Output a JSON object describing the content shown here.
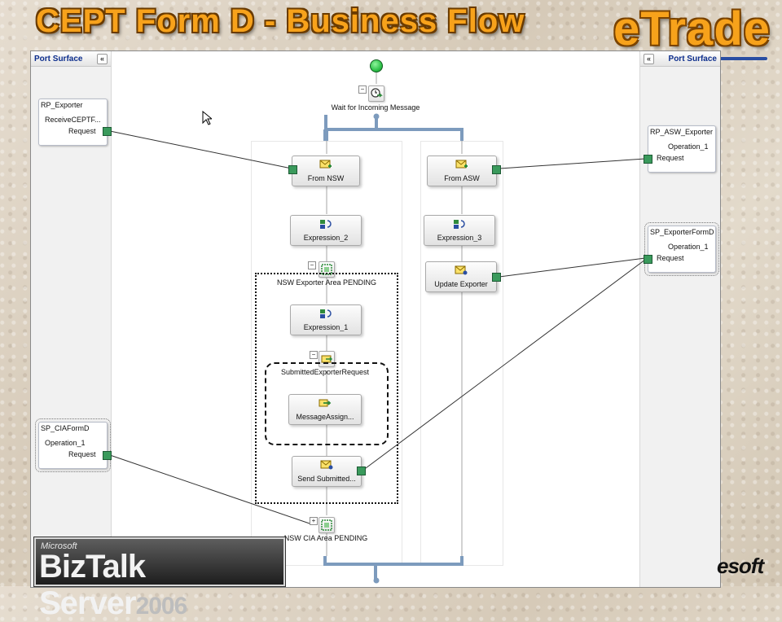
{
  "slide": {
    "title": "CEPT Form D - Business Flow",
    "logo_text": "eTrade",
    "biztalk_microsoft": "Microsoft",
    "biztalk_name": "BizTalk Server",
    "biztalk_year": "2006",
    "microsoft_logo_fragment": "esoft"
  },
  "port_surface": {
    "left_header": "Port Surface",
    "right_header": "Port Surface",
    "collapse_left": "«",
    "collapse_right": "«"
  },
  "ports": {
    "rp_exporter": {
      "name": "RP_Exporter",
      "operation": "ReceiveCEPTF...",
      "request": "Request"
    },
    "sp_ciaformd": {
      "name": "SP_CIAFormD",
      "operation": "Operation_1",
      "request": "Request"
    },
    "rp_asw_exporter": {
      "name": "RP_ASW_Exporter",
      "operation": "Operation_1",
      "request": "Request"
    },
    "sp_exporterformd": {
      "name": "SP_ExporterFormD",
      "operation": "Operation_1",
      "request": "Request"
    }
  },
  "shapes": {
    "wait": "Wait for Incoming Message",
    "from_nsw": "From NSW",
    "from_asw": "From ASW",
    "expression_2": "Expression_2",
    "expression_3": "Expression_3",
    "update_exporter": "Update Exporter",
    "nsw_exporter_scope": "NSW Exporter Area PENDING",
    "expression_1": "Expression_1",
    "submitted_request": "SubmittedExporterRequest",
    "message_assign": "MessageAssign...",
    "send_submitted": "Send  Submitted...",
    "nsw_cia_scope": "NSW CIA Area PENDING"
  },
  "toggles": {
    "minus": "−",
    "plus": "+"
  },
  "colors": {
    "title_orange": "#f7a21b",
    "connector_blue": "#7d9bbd",
    "port_green": "#3a9a5c",
    "start_green": "#2fc24a"
  }
}
